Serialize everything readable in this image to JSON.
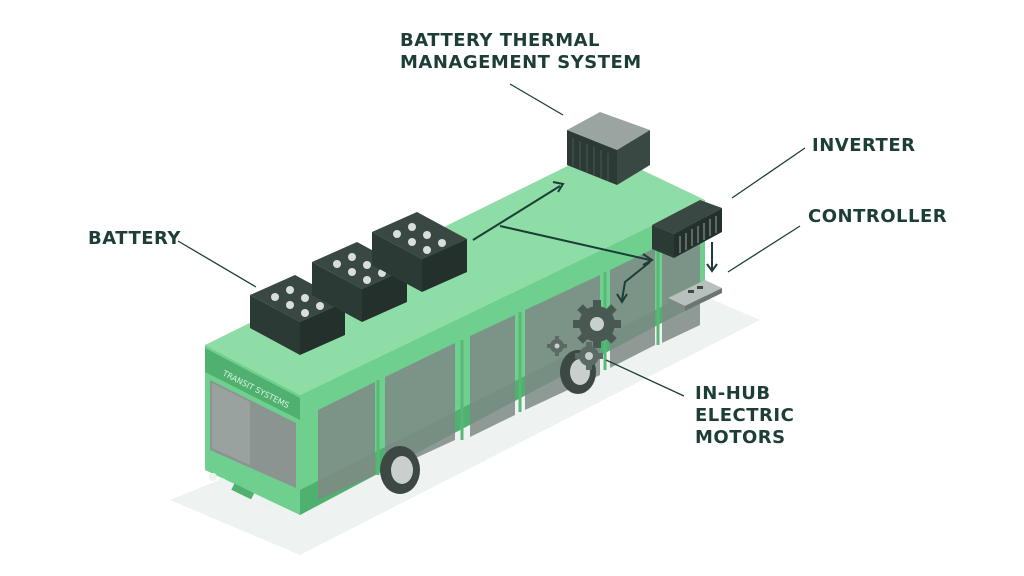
{
  "labels": {
    "bms": [
      "BATTERY THERMAL",
      "MANAGEMENT SYSTEM"
    ],
    "inverter": "INVERTER",
    "controller": "CONTROLLER",
    "battery": "BATTERY",
    "motors": [
      "IN-HUB",
      "ELECTRIC",
      "MOTORS"
    ]
  },
  "bus": {
    "sign_text": "TRANSIT SYSTEMS"
  },
  "colors": {
    "bus_green": "#6fcf8e",
    "roof_green": "#8edca6",
    "dark_green": "#4fb06f",
    "label_ink": "#1d3d37",
    "component_dark": "#2c3a36",
    "window_gray": "#7f8a86"
  }
}
